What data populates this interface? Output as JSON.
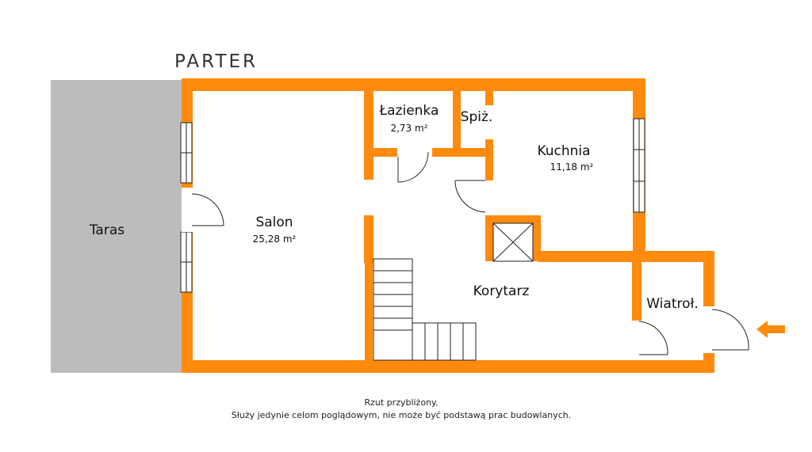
{
  "title": "PARTER",
  "rooms": {
    "taras": {
      "name": "Taras"
    },
    "salon": {
      "name": "Salon",
      "area": "25,28 m²"
    },
    "lazienka": {
      "name": "Łazienka",
      "area": "2,73 m²"
    },
    "spiz": {
      "name": "Spiż."
    },
    "kuchnia": {
      "name": "Kuchnia",
      "area": "11,18 m²"
    },
    "korytarz": {
      "name": "Korytarz"
    },
    "wiatrol": {
      "name": "Wiatroł."
    }
  },
  "notes": {
    "line1": "Rzut przybliżony.",
    "line2": "Służy jedynie celom poglądowym, nie może być podstawą prac budowlanych."
  },
  "colors": {
    "wall": "#ff8a0d",
    "terrace": "#bcbcbc"
  }
}
